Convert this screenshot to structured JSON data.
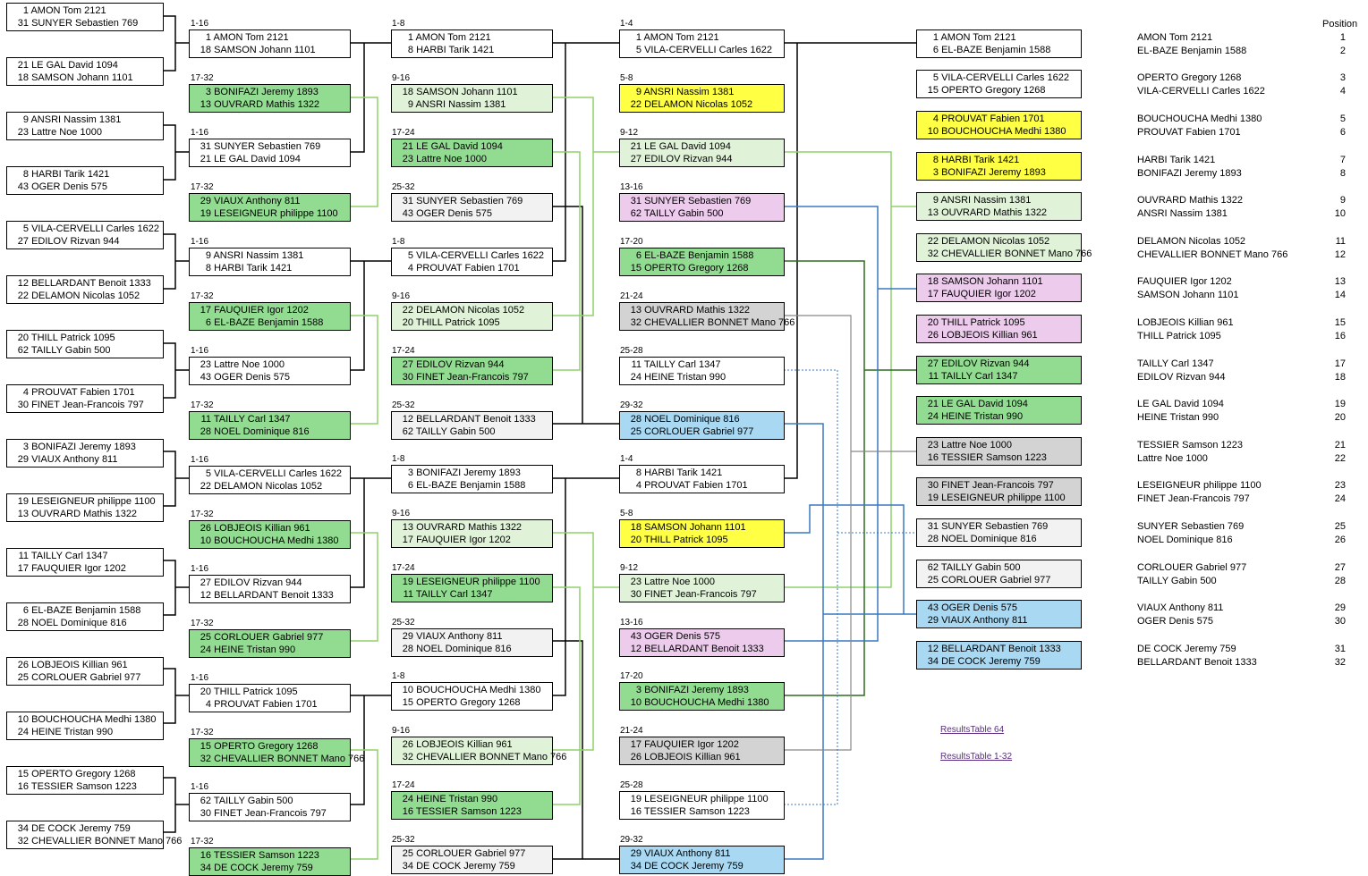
{
  "round_labels": [
    "1-16",
    "1-16",
    "1-16",
    "1-16",
    "1-16",
    "1-16",
    "1-16",
    "1-16",
    "17-32",
    "17-32",
    "17-32",
    "17-32",
    "17-32",
    "17-32",
    "17-32",
    "17-32",
    "1-8",
    "1-8",
    "1-8",
    "1-8",
    "9-16",
    "9-16",
    "9-16",
    "9-16",
    "17-24",
    "17-24",
    "17-24",
    "17-24",
    "25-32",
    "25-32",
    "25-32",
    "25-32",
    "1-4",
    "1-4",
    "5-8",
    "5-8",
    "9-12",
    "9-12",
    "13-16",
    "13-16",
    "17-20",
    "17-20",
    "21-24",
    "21-24",
    "25-28",
    "25-28",
    "29-32",
    "29-32"
  ],
  "matches": [
    {
      "a": {
        "seed": "1",
        "name": "AMON Tom 2121"
      },
      "b": {
        "seed": "31",
        "name": "SUNYER Sebastien 769"
      }
    },
    {
      "a": {
        "seed": "21",
        "name": "LE GAL David 1094"
      },
      "b": {
        "seed": "18",
        "name": "SAMSON Johann 1101"
      }
    },
    {
      "a": {
        "seed": "9",
        "name": "ANSRI Nassim 1381"
      },
      "b": {
        "seed": "23",
        "name": "Lattre Noe 1000"
      }
    },
    {
      "a": {
        "seed": "8",
        "name": "HARBI Tarik 1421"
      },
      "b": {
        "seed": "43",
        "name": "OGER Denis 575"
      }
    },
    {
      "a": {
        "seed": "5",
        "name": "VILA-CERVELLI Carles 1622"
      },
      "b": {
        "seed": "27",
        "name": "EDILOV Rizvan 944"
      }
    },
    {
      "a": {
        "seed": "12",
        "name": "BELLARDANT Benoit 1333"
      },
      "b": {
        "seed": "22",
        "name": "DELAMON Nicolas 1052"
      }
    },
    {
      "a": {
        "seed": "20",
        "name": "THILL Patrick 1095"
      },
      "b": {
        "seed": "62",
        "name": "TAILLY Gabin 500"
      }
    },
    {
      "a": {
        "seed": "4",
        "name": "PROUVAT Fabien 1701"
      },
      "b": {
        "seed": "30",
        "name": "FINET Jean-Francois 797"
      }
    },
    {
      "a": {
        "seed": "3",
        "name": "BONIFAZI Jeremy 1893"
      },
      "b": {
        "seed": "29",
        "name": "VIAUX Anthony 811"
      }
    },
    {
      "a": {
        "seed": "19",
        "name": "LESEIGNEUR philippe 1100"
      },
      "b": {
        "seed": "13",
        "name": "OUVRARD Mathis 1322"
      }
    },
    {
      "a": {
        "seed": "11",
        "name": "TAILLY Carl 1347"
      },
      "b": {
        "seed": "17",
        "name": "FAUQUIER Igor 1202"
      }
    },
    {
      "a": {
        "seed": "6",
        "name": "EL-BAZE Benjamin 1588"
      },
      "b": {
        "seed": "28",
        "name": "NOEL Dominique 816"
      }
    },
    {
      "a": {
        "seed": "26",
        "name": "LOBJEOIS Killian 961"
      },
      "b": {
        "seed": "25",
        "name": "CORLOUER Gabriel 977"
      }
    },
    {
      "a": {
        "seed": "10",
        "name": "BOUCHOUCHA Medhi 1380"
      },
      "b": {
        "seed": "24",
        "name": "HEINE Tristan 990"
      }
    },
    {
      "a": {
        "seed": "15",
        "name": "OPERTO Gregory 1268"
      },
      "b": {
        "seed": "16",
        "name": "TESSIER Samson 1223"
      }
    },
    {
      "a": {
        "seed": "34",
        "name": "DE COCK Jeremy 759"
      },
      "b": {
        "seed": "32",
        "name": "CHEVALLIER BONNET Mano 766"
      }
    },
    {
      "a": {
        "seed": "1",
        "name": "AMON Tom 2121"
      },
      "b": {
        "seed": "18",
        "name": "SAMSON Johann 1101"
      }
    },
    {
      "a": {
        "seed": "31",
        "name": "SUNYER Sebastien 769"
      },
      "b": {
        "seed": "21",
        "name": "LE GAL David 1094"
      }
    },
    {
      "a": {
        "seed": "9",
        "name": "ANSRI Nassim 1381"
      },
      "b": {
        "seed": "8",
        "name": "HARBI Tarik 1421"
      }
    },
    {
      "a": {
        "seed": "23",
        "name": "Lattre Noe 1000"
      },
      "b": {
        "seed": "43",
        "name": "OGER Denis 575"
      }
    },
    {
      "a": {
        "seed": "5",
        "name": "VILA-CERVELLI Carles 1622"
      },
      "b": {
        "seed": "22",
        "name": "DELAMON Nicolas 1052"
      }
    },
    {
      "a": {
        "seed": "27",
        "name": "EDILOV Rizvan 944"
      },
      "b": {
        "seed": "12",
        "name": "BELLARDANT Benoit 1333"
      }
    },
    {
      "a": {
        "seed": "20",
        "name": "THILL Patrick 1095"
      },
      "b": {
        "seed": "4",
        "name": "PROUVAT Fabien 1701"
      }
    },
    {
      "a": {
        "seed": "62",
        "name": "TAILLY Gabin 500"
      },
      "b": {
        "seed": "30",
        "name": "FINET Jean-Francois 797"
      }
    },
    {
      "a": {
        "seed": "3",
        "name": "BONIFAZI Jeremy 1893"
      },
      "b": {
        "seed": "13",
        "name": "OUVRARD Mathis 1322"
      }
    },
    {
      "a": {
        "seed": "29",
        "name": "VIAUX Anthony 811"
      },
      "b": {
        "seed": "19",
        "name": "LESEIGNEUR philippe 1100"
      }
    },
    {
      "a": {
        "seed": "17",
        "name": "FAUQUIER Igor 1202"
      },
      "b": {
        "seed": "6",
        "name": "EL-BAZE Benjamin 1588"
      }
    },
    {
      "a": {
        "seed": "11",
        "name": "TAILLY Carl 1347"
      },
      "b": {
        "seed": "28",
        "name": "NOEL Dominique 816"
      }
    },
    {
      "a": {
        "seed": "26",
        "name": "LOBJEOIS Killian 961"
      },
      "b": {
        "seed": "10",
        "name": "BOUCHOUCHA Medhi 1380"
      }
    },
    {
      "a": {
        "seed": "25",
        "name": "CORLOUER Gabriel 977"
      },
      "b": {
        "seed": "24",
        "name": "HEINE Tristan 990"
      }
    },
    {
      "a": {
        "seed": "15",
        "name": "OPERTO Gregory 1268"
      },
      "b": {
        "seed": "32",
        "name": "CHEVALLIER BONNET Mano 766"
      }
    },
    {
      "a": {
        "seed": "16",
        "name": "TESSIER Samson 1223"
      },
      "b": {
        "seed": "34",
        "name": "DE COCK Jeremy 759"
      }
    },
    {
      "a": {
        "seed": "1",
        "name": "AMON Tom 2121"
      },
      "b": {
        "seed": "8",
        "name": "HARBI Tarik 1421"
      }
    },
    {
      "a": {
        "seed": "5",
        "name": "VILA-CERVELLI Carles 1622"
      },
      "b": {
        "seed": "4",
        "name": "PROUVAT Fabien 1701"
      }
    },
    {
      "a": {
        "seed": "3",
        "name": "BONIFAZI Jeremy 1893"
      },
      "b": {
        "seed": "6",
        "name": "EL-BAZE Benjamin 1588"
      }
    },
    {
      "a": {
        "seed": "10",
        "name": "BOUCHOUCHA Medhi 1380"
      },
      "b": {
        "seed": "15",
        "name": "OPERTO Gregory 1268"
      }
    },
    {
      "a": {
        "seed": "18",
        "name": "SAMSON Johann 1101"
      },
      "b": {
        "seed": "9",
        "name": "ANSRI Nassim 1381"
      }
    },
    {
      "a": {
        "seed": "22",
        "name": "DELAMON Nicolas 1052"
      },
      "b": {
        "seed": "20",
        "name": "THILL Patrick 1095"
      }
    },
    {
      "a": {
        "seed": "13",
        "name": "OUVRARD Mathis 1322"
      },
      "b": {
        "seed": "17",
        "name": "FAUQUIER Igor 1202"
      }
    },
    {
      "a": {
        "seed": "26",
        "name": "LOBJEOIS Killian 961"
      },
      "b": {
        "seed": "32",
        "name": "CHEVALLIER BONNET Mano 766"
      }
    },
    {
      "a": {
        "seed": "21",
        "name": "LE GAL David 1094"
      },
      "b": {
        "seed": "23",
        "name": "Lattre Noe 1000"
      }
    },
    {
      "a": {
        "seed": "27",
        "name": "EDILOV Rizvan 944"
      },
      "b": {
        "seed": "30",
        "name": "FINET Jean-Francois 797"
      }
    },
    {
      "a": {
        "seed": "19",
        "name": "LESEIGNEUR philippe 1100"
      },
      "b": {
        "seed": "11",
        "name": "TAILLY Carl 1347"
      }
    },
    {
      "a": {
        "seed": "24",
        "name": "HEINE Tristan 990"
      },
      "b": {
        "seed": "16",
        "name": "TESSIER Samson 1223"
      }
    },
    {
      "a": {
        "seed": "31",
        "name": "SUNYER Sebastien 769"
      },
      "b": {
        "seed": "43",
        "name": "OGER Denis 575"
      }
    },
    {
      "a": {
        "seed": "12",
        "name": "BELLARDANT Benoit 1333"
      },
      "b": {
        "seed": "62",
        "name": "TAILLY Gabin 500"
      }
    },
    {
      "a": {
        "seed": "29",
        "name": "VIAUX Anthony 811"
      },
      "b": {
        "seed": "28",
        "name": "NOEL Dominique 816"
      }
    },
    {
      "a": {
        "seed": "25",
        "name": "CORLOUER Gabriel 977"
      },
      "b": {
        "seed": "34",
        "name": "DE COCK Jeremy 759"
      }
    },
    {
      "a": {
        "seed": "1",
        "name": "AMON Tom 2121"
      },
      "b": {
        "seed": "5",
        "name": "VILA-CERVELLI Carles 1622"
      }
    },
    {
      "a": {
        "seed": "8",
        "name": "HARBI Tarik 1421"
      },
      "b": {
        "seed": "4",
        "name": "PROUVAT Fabien 1701"
      }
    },
    {
      "a": {
        "seed": "9",
        "name": "ANSRI Nassim 1381"
      },
      "b": {
        "seed": "22",
        "name": "DELAMON Nicolas 1052"
      }
    },
    {
      "a": {
        "seed": "18",
        "name": "SAMSON Johann 1101"
      },
      "b": {
        "seed": "20",
        "name": "THILL Patrick 1095"
      }
    },
    {
      "a": {
        "seed": "21",
        "name": "LE GAL David 1094"
      },
      "b": {
        "seed": "27",
        "name": "EDILOV Rizvan 944"
      }
    },
    {
      "a": {
        "seed": "23",
        "name": "Lattre Noe 1000"
      },
      "b": {
        "seed": "30",
        "name": "FINET Jean-Francois 797"
      }
    },
    {
      "a": {
        "seed": "31",
        "name": "SUNYER Sebastien 769"
      },
      "b": {
        "seed": "62",
        "name": "TAILLY Gabin 500"
      }
    },
    {
      "a": {
        "seed": "43",
        "name": "OGER Denis 575"
      },
      "b": {
        "seed": "12",
        "name": "BELLARDANT Benoit 1333"
      }
    },
    {
      "a": {
        "seed": "6",
        "name": "EL-BAZE Benjamin 1588"
      },
      "b": {
        "seed": "15",
        "name": "OPERTO Gregory 1268"
      }
    },
    {
      "a": {
        "seed": "3",
        "name": "BONIFAZI Jeremy 1893"
      },
      "b": {
        "seed": "10",
        "name": "BOUCHOUCHA Medhi 1380"
      }
    },
    {
      "a": {
        "seed": "13",
        "name": "OUVRARD Mathis 1322"
      },
      "b": {
        "seed": "32",
        "name": "CHEVALLIER BONNET Mano 766"
      }
    },
    {
      "a": {
        "seed": "17",
        "name": "FAUQUIER Igor 1202"
      },
      "b": {
        "seed": "26",
        "name": "LOBJEOIS Killian 961"
      }
    },
    {
      "a": {
        "seed": "11",
        "name": "TAILLY Carl 1347"
      },
      "b": {
        "seed": "24",
        "name": "HEINE Tristan 990"
      }
    },
    {
      "a": {
        "seed": "19",
        "name": "LESEIGNEUR philippe 1100"
      },
      "b": {
        "seed": "16",
        "name": "TESSIER Samson 1223"
      }
    },
    {
      "a": {
        "seed": "28",
        "name": "NOEL Dominique 816"
      },
      "b": {
        "seed": "25",
        "name": "CORLOUER Gabriel 977"
      }
    },
    {
      "a": {
        "seed": "29",
        "name": "VIAUX Anthony 811"
      },
      "b": {
        "seed": "34",
        "name": "DE COCK Jeremy 759"
      }
    },
    {
      "a": {
        "seed": "1",
        "name": "AMON Tom 2121"
      },
      "b": {
        "seed": "6",
        "name": "EL-BAZE Benjamin 1588"
      }
    },
    {
      "a": {
        "seed": "5",
        "name": "VILA-CERVELLI Carles 1622"
      },
      "b": {
        "seed": "15",
        "name": "OPERTO Gregory 1268"
      }
    },
    {
      "a": {
        "seed": "4",
        "name": "PROUVAT Fabien 1701"
      },
      "b": {
        "seed": "10",
        "name": "BOUCHOUCHA Medhi 1380"
      }
    },
    {
      "a": {
        "seed": "8",
        "name": "HARBI Tarik 1421"
      },
      "b": {
        "seed": "3",
        "name": "BONIFAZI Jeremy 1893"
      }
    },
    {
      "a": {
        "seed": "9",
        "name": "ANSRI Nassim 1381"
      },
      "b": {
        "seed": "13",
        "name": "OUVRARD Mathis 1322"
      }
    },
    {
      "a": {
        "seed": "22",
        "name": "DELAMON Nicolas 1052"
      },
      "b": {
        "seed": "32",
        "name": "CHEVALLIER BONNET Mano 766"
      }
    },
    {
      "a": {
        "seed": "18",
        "name": "SAMSON Johann 1101"
      },
      "b": {
        "seed": "17",
        "name": "FAUQUIER Igor 1202"
      }
    },
    {
      "a": {
        "seed": "20",
        "name": "THILL Patrick 1095"
      },
      "b": {
        "seed": "26",
        "name": "LOBJEOIS Killian 961"
      }
    },
    {
      "a": {
        "seed": "27",
        "name": "EDILOV Rizvan 944"
      },
      "b": {
        "seed": "11",
        "name": "TAILLY Carl 1347"
      }
    },
    {
      "a": {
        "seed": "21",
        "name": "LE GAL David 1094"
      },
      "b": {
        "seed": "24",
        "name": "HEINE Tristan 990"
      }
    },
    {
      "a": {
        "seed": "23",
        "name": "Lattre Noe 1000"
      },
      "b": {
        "seed": "16",
        "name": "TESSIER Samson 1223"
      }
    },
    {
      "a": {
        "seed": "30",
        "name": "FINET Jean-Francois 797"
      },
      "b": {
        "seed": "19",
        "name": "LESEIGNEUR philippe 1100"
      }
    },
    {
      "a": {
        "seed": "31",
        "name": "SUNYER Sebastien 769"
      },
      "b": {
        "seed": "28",
        "name": "NOEL Dominique 816"
      }
    },
    {
      "a": {
        "seed": "62",
        "name": "TAILLY Gabin 500"
      },
      "b": {
        "seed": "25",
        "name": "CORLOUER Gabriel 977"
      }
    },
    {
      "a": {
        "seed": "43",
        "name": "OGER Denis 575"
      },
      "b": {
        "seed": "29",
        "name": "VIAUX Anthony 811"
      }
    },
    {
      "a": {
        "seed": "12",
        "name": "BELLARDANT Benoit 1333"
      },
      "b": {
        "seed": "34",
        "name": "DE COCK Jeremy 759"
      }
    }
  ],
  "results": {
    "position_header": "Position",
    "rows": [
      {
        "name": "AMON Tom 2121",
        "pos": "1"
      },
      {
        "name": "EL-BAZE Benjamin 1588",
        "pos": "2"
      },
      {
        "name": "OPERTO Gregory 1268",
        "pos": "3"
      },
      {
        "name": "VILA-CERVELLI Carles 1622",
        "pos": "4"
      },
      {
        "name": "BOUCHOUCHA Medhi 1380",
        "pos": "5"
      },
      {
        "name": "PROUVAT Fabien 1701",
        "pos": "6"
      },
      {
        "name": "HARBI Tarik 1421",
        "pos": "7"
      },
      {
        "name": "BONIFAZI Jeremy 1893",
        "pos": "8"
      },
      {
        "name": "OUVRARD Mathis 1322",
        "pos": "9"
      },
      {
        "name": "ANSRI Nassim 1381",
        "pos": "10"
      },
      {
        "name": "DELAMON Nicolas 1052",
        "pos": "11"
      },
      {
        "name": "CHEVALLIER BONNET Mano 766",
        "pos": "12"
      },
      {
        "name": "FAUQUIER Igor 1202",
        "pos": "13"
      },
      {
        "name": "SAMSON Johann 1101",
        "pos": "14"
      },
      {
        "name": "LOBJEOIS Killian 961",
        "pos": "15"
      },
      {
        "name": "THILL Patrick 1095",
        "pos": "16"
      },
      {
        "name": "TAILLY Carl 1347",
        "pos": "17"
      },
      {
        "name": "EDILOV Rizvan 944",
        "pos": "18"
      },
      {
        "name": "LE GAL David 1094",
        "pos": "19"
      },
      {
        "name": "HEINE Tristan 990",
        "pos": "20"
      },
      {
        "name": "TESSIER Samson 1223",
        "pos": "21"
      },
      {
        "name": "Lattre Noe 1000",
        "pos": "22"
      },
      {
        "name": "LESEIGNEUR philippe 1100",
        "pos": "23"
      },
      {
        "name": "FINET Jean-Francois 797",
        "pos": "24"
      },
      {
        "name": "SUNYER Sebastien 769",
        "pos": "25"
      },
      {
        "name": "NOEL Dominique 816",
        "pos": "26"
      },
      {
        "name": "CORLOUER Gabriel 977",
        "pos": "27"
      },
      {
        "name": "TAILLY Gabin 500",
        "pos": "28"
      },
      {
        "name": "VIAUX Anthony 811",
        "pos": "29"
      },
      {
        "name": "OGER Denis 575",
        "pos": "30"
      },
      {
        "name": "DE COCK Jeremy 759",
        "pos": "31"
      },
      {
        "name": "BELLARDANT Benoit 1333",
        "pos": "32"
      }
    ]
  },
  "links": {
    "table64": "ResultsTable 64",
    "table1_32": "ResultsTable 1-32"
  },
  "colors": {
    "green": "#92dc92",
    "light_green": "#e0f3d9",
    "yellow": "#ffff44",
    "pink": "#eccbec",
    "gray": "#d3d3d3",
    "light_gray": "#f2f2f2",
    "blue": "#a9d8f2",
    "line_green": "#8fd16b",
    "line_dark_green": "#2e6b1f",
    "line_blue": "#3a78c2",
    "line_gray": "#888888"
  }
}
